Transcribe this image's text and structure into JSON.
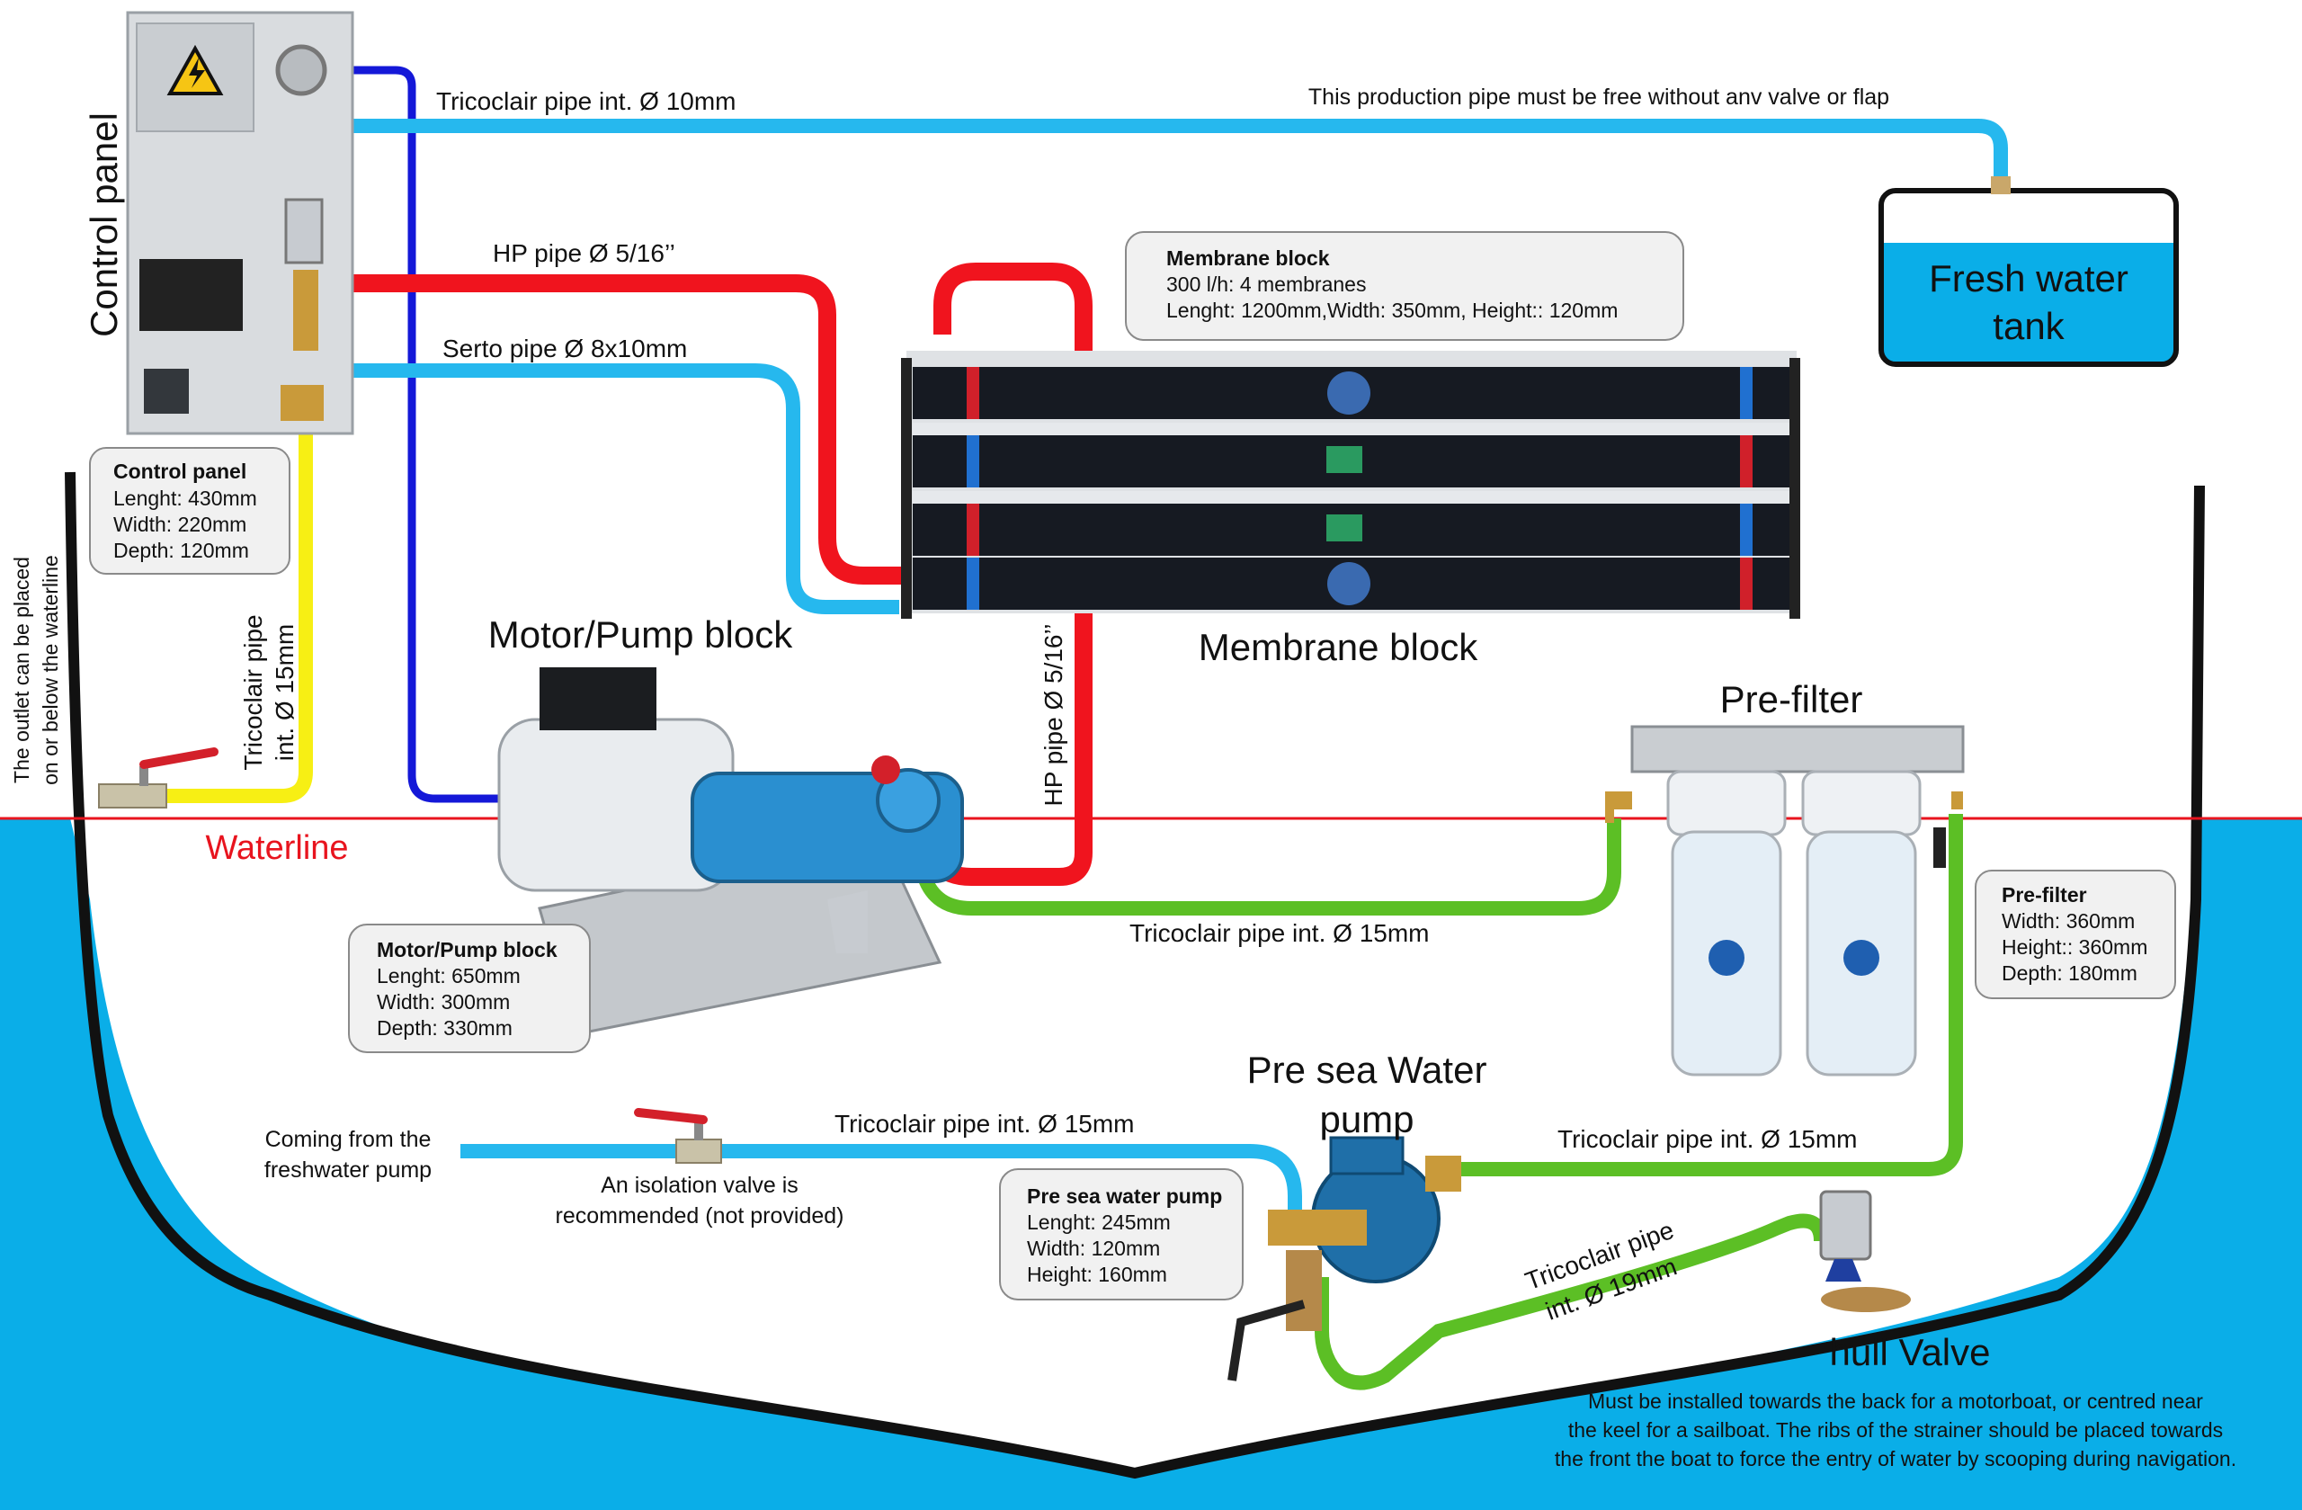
{
  "colors": {
    "sea": "#0aaee8",
    "pipe_cyan": "#26b8ee",
    "pipe_red": "#f0141e",
    "pipe_green": "#5cbf25",
    "pipe_yellow": "#f7ef14",
    "pipe_blue": "#1418d8",
    "waterline_text": "#e8141e",
    "membrane_black": "#161a22",
    "pump_blue": "#2a8fd0"
  },
  "icons": [
    "electric-hazard-icon",
    "valve-handle-icon",
    "gauge-icon"
  ],
  "labels": {
    "control_panel_title": "Control panel",
    "membrane_block_title": "Membrane block",
    "motor_pump_title": "Motor/Pump block",
    "prefilter_title": "Pre-filter",
    "pre_sea_pump_title_1": "Pre sea Water",
    "pre_sea_pump_title_2": "pump",
    "fresh_water_tank_1": "Fresh water",
    "fresh_water_tank_2": "tank",
    "waterline": "Waterline",
    "hull_valve": "hull Valve",
    "hull_valve_note_1": "Must be installed towards the back for a motorboat, or centred near",
    "hull_valve_note_2": "the keel for a sailboat. The ribs of the strainer should be placed towards",
    "hull_valve_note_3": "the front the boat to force the entry of water by scooping during navigation.",
    "outlet_note_1": "The outlet can be placed",
    "outlet_note_2": "on or below the waterline",
    "coming_from_1": "Coming from the",
    "coming_from_2": "freshwater pump",
    "isolation_1": "An isolation valve is",
    "isolation_2": "recommended (not provided)",
    "production_pipe_note": "This production pipe must be free without anv valve or flap"
  },
  "pipes": {
    "tricoclair_10": "Tricoclair pipe int. Ø 10mm",
    "hp_top": "HP pipe Ø 5/16’’",
    "serto": "Serto pipe Ø 8x10mm",
    "tricoclair_15_vertical_1": "Tricoclair pipe",
    "tricoclair_15_vertical_2": "int. Ø 15mm",
    "hp_vertical": "HP pipe Ø 5/16’’",
    "tricoclair_15_mid": "Tricoclair pipe int. Ø 15mm",
    "tricoclair_15_bottom_left": "Tricoclair pipe int. Ø 15mm",
    "tricoclair_15_bottom_right": "Tricoclair pipe int. Ø 15mm",
    "tricoclair_19_1": "Tricoclair pipe",
    "tricoclair_19_2": "int. Ø 19mm"
  },
  "spec_boxes": {
    "control_panel": {
      "title": "Control panel",
      "lines": [
        "Lenght: 430mm",
        "Width: 220mm",
        "Depth: 120mm"
      ]
    },
    "membrane": {
      "title": "Membrane block",
      "lines": [
        "300 l/h: 4 membranes",
        "Lenght: 1200mm,Width: 350mm, Height:: 120mm"
      ]
    },
    "motor_pump": {
      "title": "Motor/Pump block",
      "lines": [
        "Lenght: 650mm",
        "Width: 300mm",
        "Depth: 330mm"
      ]
    },
    "prefilter": {
      "title": "Pre-filter",
      "lines": [
        "Width: 360mm",
        "Height:: 360mm",
        "Depth: 180mm"
      ]
    },
    "pre_sea_pump": {
      "title": "Pre sea water pump",
      "lines": [
        "Lenght: 245mm",
        "Width: 120mm",
        "Height: 160mm"
      ]
    }
  }
}
